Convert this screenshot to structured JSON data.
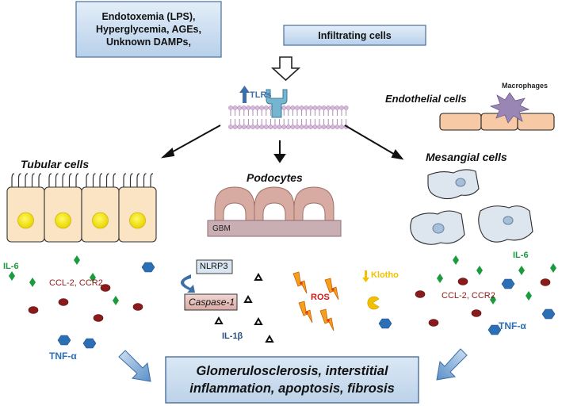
{
  "stimuli": {
    "line1": "Endotoxemia (LPS),",
    "line2": "Hyperglycemia, AGEs,",
    "line3": "Unknown DAMPs,"
  },
  "infiltrating_cells": "Infiltrating cells",
  "tlrs": "TLRs",
  "endothelial_cells": "Endothelial cells",
  "macrophages": "Macrophages",
  "tubular_cells": "Tubular cells",
  "podocytes": "Podocytes",
  "mesangial_cells": "Mesangial cells",
  "gbm": "GBM",
  "left_mediators": {
    "il6": "IL-6",
    "ccl": "CCL-2, CCR2",
    "tnf": "TNF-α"
  },
  "center_mediators": {
    "nlrp3": "NLRP3",
    "caspase": "Caspase-1",
    "il1b": "IL-1β",
    "ros": "ROS",
    "klotho": "Klotho"
  },
  "right_mediators": {
    "il6": "IL-6",
    "ccl": "CCL-2, CCR2",
    "tnf": "TNF-α"
  },
  "outcome": {
    "line1": "Glomerulosclerosis, interstitial",
    "line2": "inflammation, apoptosis, fibrosis"
  },
  "colors": {
    "box_fill": "#c9dcf0",
    "box_border": "#4a6f99",
    "cell_fill": "#fbe4c4",
    "nucleus": "#f2e500",
    "podocyte": "#d7aaa2",
    "gbm": "#c9aeb3",
    "endothelial": "#f7c9a4",
    "mesangial": "#dde5ee",
    "il6_green": "#1c9a3e",
    "ccl_red": "#8b1a1a",
    "tnf_blue": "#2c6fb5",
    "macrophage": "#9a86b4",
    "klotho": "#f3c000",
    "ros": "#f2a11c"
  }
}
